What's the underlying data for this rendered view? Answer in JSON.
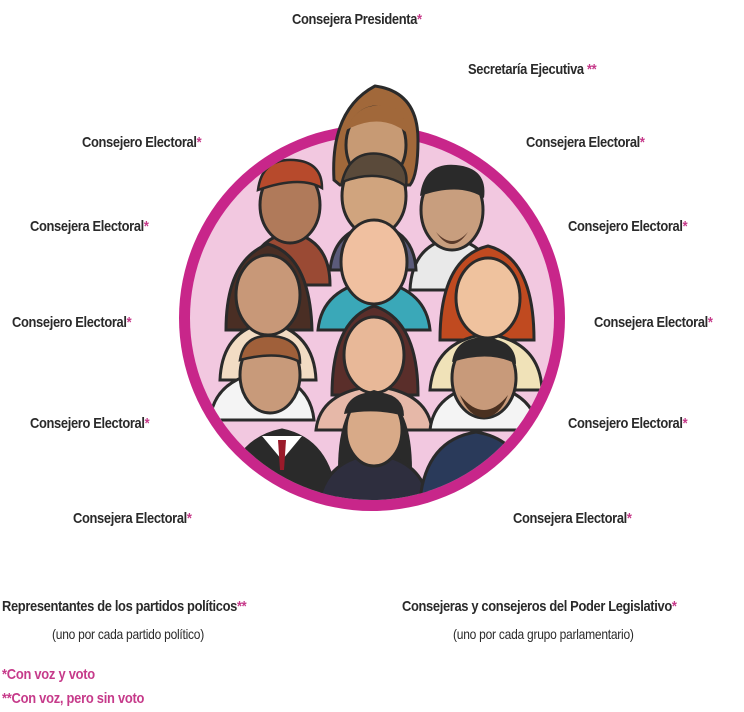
{
  "labels": {
    "presidenta": "Consejera Presidenta",
    "secretaria": "Secretaría Ejecutiva",
    "left1": "Consejero Electoral",
    "left2": "Consejera Electoral",
    "left3": "Consejero Electoral",
    "left4": "Consejero Electoral",
    "left5": "Consejera Electoral",
    "right1": "Consejera Electoral",
    "right2": "Consejero Electoral",
    "right3": "Consejera Electoral",
    "right4": "Consejero Electoral",
    "right5": "Consejera Electoral"
  },
  "marks": {
    "single": "*",
    "double": "**"
  },
  "groups": {
    "partidos_title": "Representantes de los partidos políticos",
    "partidos_sub": "(uno por cada partido político)",
    "legislativo_title": "Consejeras y consejeros del Poder Legislativo",
    "legislativo_sub": "(uno por cada grupo parlamentario)"
  },
  "legend": {
    "voz_voto": "*Con voz y voto",
    "voz_sin_voto": "**Con voz, pero sin voto"
  },
  "colors": {
    "ring": "#c8268a",
    "ring_fill": "#f2c8e0",
    "accent_text": "#c63a8a",
    "label_text": "#2a2a2a"
  }
}
